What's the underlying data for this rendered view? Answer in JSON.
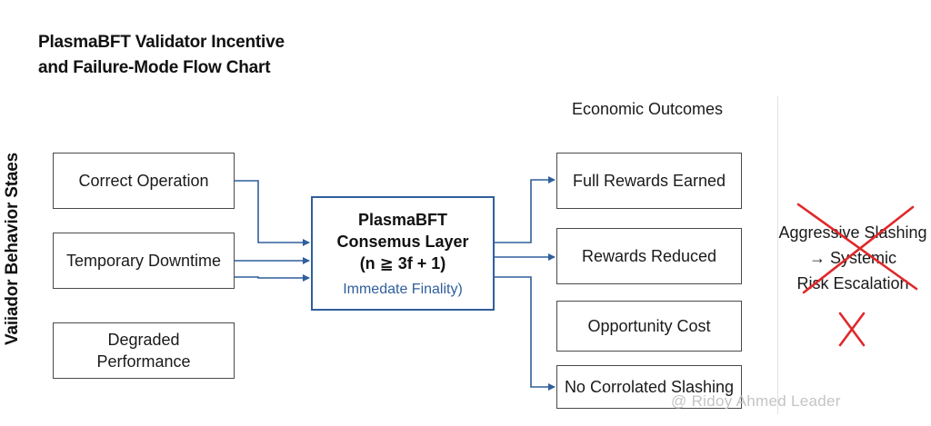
{
  "title": {
    "line1": "PlasmaBFT Validator Incentive",
    "line2": "and Failure-Mode Flow Chart"
  },
  "vertical_label": "Vaiiador Behavior Staes",
  "inputs": [
    {
      "line1": "Correct Operation",
      "line2": ""
    },
    {
      "line1": "Temporary Downtime",
      "line2": ""
    },
    {
      "line1": "Degraded",
      "line2": "Performance"
    }
  ],
  "center": {
    "line1": "PlasmaBFT",
    "line2": "Consemus Layer",
    "line3": "(n ≧ 3f + 1)",
    "finality": "Immedate Finality)"
  },
  "outcomes_header": "Economic Outcomes",
  "outcomes": [
    "Full Rewards Earned",
    "Rewards Reduced",
    "Opportunity Cost",
    "No Corrolated Slashing"
  ],
  "crossed_out": {
    "line1": "Aggressive Slashing",
    "line2": "→ Systemic",
    "line3": "Risk Escalation"
  },
  "watermark": "@ Ridoy Ahmed Leader",
  "colors": {
    "accent_blue": "#2f5f9c",
    "cross_red": "#e0282a",
    "box_border": "#4a4a4a"
  }
}
